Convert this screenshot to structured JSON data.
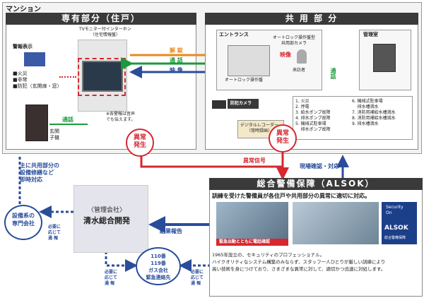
{
  "top_label": "マンション",
  "private": {
    "header": "専有部分（住戸）",
    "monitor_title": "TVモニター付インターホン\n（住宅情報盤）",
    "display_title": "警報表示",
    "alarms": [
      "■火災",
      "■非常",
      "■防犯（玄関扉・窓）"
    ],
    "entrance_unit": "玄関\n子機",
    "call_label": "通話",
    "note": "※各警報は音声\nでも伝えます。"
  },
  "common": {
    "header": "共 用 部 分",
    "entrance": "エントランス",
    "auto_lock": "オートロック操作盤",
    "camera_note": "オートロック操作盤型\n共用部カメラ",
    "video_label": "映像",
    "visitor": "来訪者",
    "call_label": "通話",
    "office": "管理室",
    "security_camera": "防犯カメラ",
    "recorder": "デジタルレコーダー\n（常時録画）",
    "monitored_items_left": [
      "1. 火災",
      "2. 停電",
      "3. 給水ポンプ故障",
      "4. 排水ポンプ故障",
      "5. 機械式駐車場\n    排水ポンプ故障"
    ],
    "monitored_items_right": [
      "6. 機械式駐車場\n    排水槽満水",
      "7. 消防用補給水槽満水",
      "8. 消防用補給水槽減水",
      "9. 排水槽満水"
    ]
  },
  "arrows": {
    "unlock": "解 錠",
    "call": "通 話",
    "video": "映 像"
  },
  "abnormal1": "異常\n発生",
  "abnormal2": "異常\n発生",
  "abnormal_signal": "異常信号",
  "site_check": "現場確認・対応",
  "alsok": {
    "header": "総合警備保障（ALSOK）",
    "subtitle": "訓練を受けた警備員が各住戸や共用部分の異常に適切に対応。",
    "photo_caption": "緊急出動とともに電話確認",
    "logo_top": "Security\nOn",
    "logo_text": "ALSOK",
    "logo_sub": "総合警備保障",
    "description": "1965年設立の、セキュリティのプロフェッショナル。\nハイクオリティなシステム構築のみならず、スタッフ一人ひとりが厳しい訓練により\n高い技術を身につけており、さまざまな異常に対して、適切かつ迅速に対処します。"
  },
  "management": {
    "title": "〈管理会社〉",
    "name": "清水総合開発"
  },
  "report": "結果報告",
  "contact_left": "主に共用部分の\n設備修繕など\n即時対応",
  "specialist": "設備系の\n専門会社",
  "emergency": "110番\n119番\nガス会社\n緊急連絡先",
  "notify1": "必要に\n応じて\n通 報",
  "notify2": "必要に\n応じて\n通 報",
  "notify3": "必要に\n応じて\n通 報",
  "colors": {
    "red": "#d7272f",
    "blue": "#2a4d9a",
    "green": "#1b9a3b",
    "dark": "#3a3a3a",
    "orange": "#e98a1c"
  }
}
